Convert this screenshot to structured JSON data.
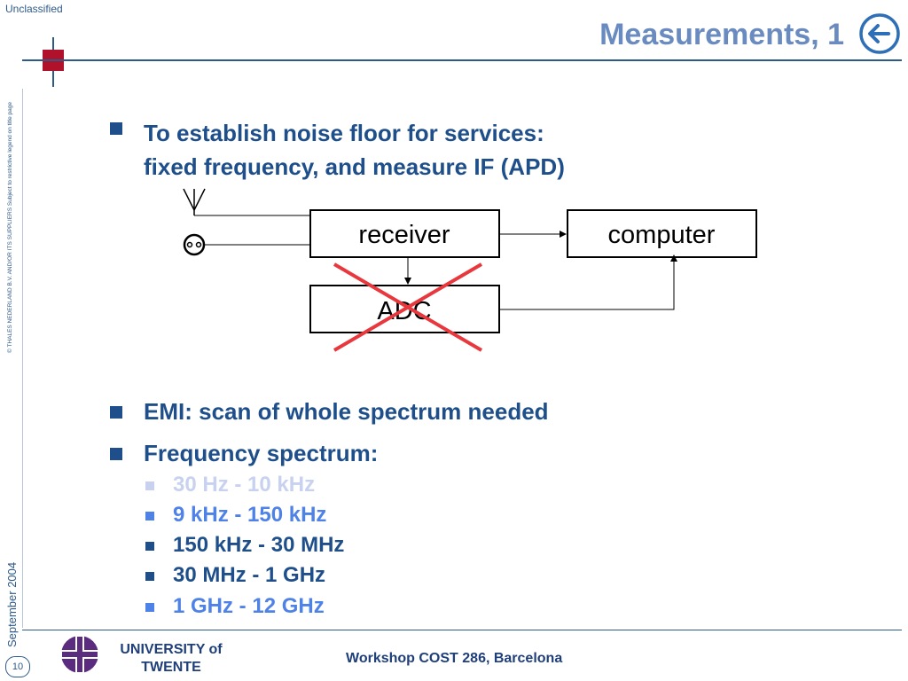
{
  "header": {
    "classification": "Unclassified",
    "title": "Measurements, 1"
  },
  "side": {
    "copyright": "© THALES NEDERLAND B.V. AND/OR ITS SUPPLIERS  Subject to restrictive legend on title page",
    "date": "September 2004"
  },
  "bullets": [
    {
      "lines": [
        "To establish noise floor for services:",
        "fixed frequency, and measure IF (APD)"
      ]
    },
    {
      "lines": [
        "EMI: scan of whole spectrum needed"
      ]
    },
    {
      "lines": [
        "Frequency spectrum:"
      ]
    }
  ],
  "diagram": {
    "receiver_label": "receiver",
    "computer_label": "computer",
    "adc_label": "ADC",
    "cross_color": "#e8383d"
  },
  "spectrum_items": [
    {
      "label": "30 Hz - 10 kHz",
      "color": "#c8d2f0"
    },
    {
      "label": "9 kHz - 150 kHz",
      "color": "#4f82e6"
    },
    {
      "label": "150 kHz - 30 MHz",
      "color": "#1f4f8a"
    },
    {
      "label": "30 MHz - 1 GHz",
      "color": "#1f4f8a"
    },
    {
      "label": "1 GHz - 12 GHz",
      "color": "#4f82e6"
    }
  ],
  "footer": {
    "page_number": "10",
    "university_line1": "UNIVERSITY of",
    "university_line2": "TWENTE",
    "workshop": "Workshop COST 286, Barcelona"
  },
  "colors": {
    "brand_blue": "#1f4f8a",
    "title_blue": "#6a8bbf",
    "logo_red": "#b0112b"
  }
}
